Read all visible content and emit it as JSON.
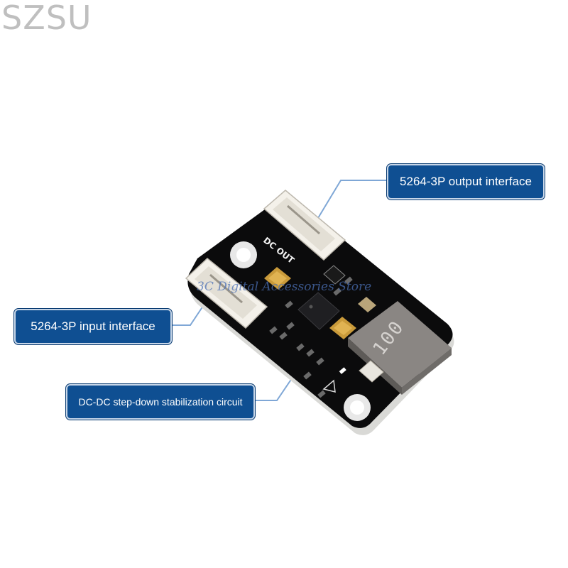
{
  "brand": "SZSU",
  "watermark": "3C Digital Accessories Store",
  "board": {
    "silkscreen_label": "DC OUT",
    "inductor_marking": "100",
    "color": "#0b0b0c"
  },
  "callouts": {
    "output_interface": "5264-3P output interface",
    "input_interface": "5264-3P input interface",
    "dcdc_circuit": "DC-DC step-down stabilization circuit"
  },
  "colors": {
    "callout_bg": "#0f4f92",
    "callout_text": "#ffffff",
    "brand_text": "#bfbfbf",
    "watermark_text": "#4a6fb5"
  }
}
